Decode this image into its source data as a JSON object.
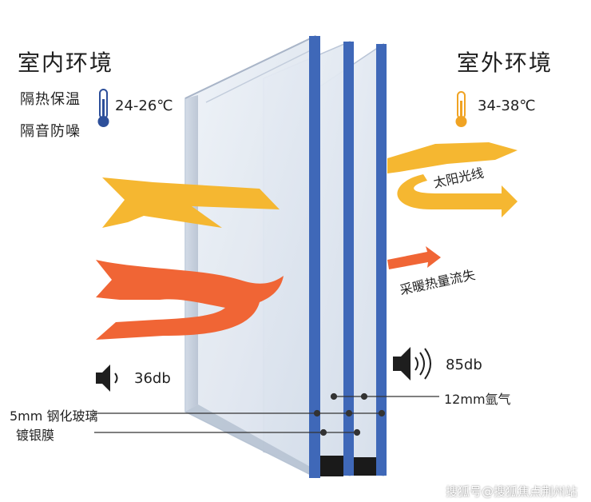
{
  "indoor": {
    "title": "室内环境",
    "features": [
      "隔热保温",
      "隔音防噪"
    ],
    "temperature": "24-26℃",
    "sound": "36db"
  },
  "outdoor": {
    "title": "室外环境",
    "temperature": "34-38℃",
    "sound": "85db"
  },
  "arrows": {
    "sunlight": "太阳光线",
    "heat_loss": "采暖热量流失"
  },
  "callouts": {
    "argon": "12mm氩气",
    "tempered_glass": "5mm 钢化玻璃",
    "silver_coating": "镀银膜"
  },
  "watermark": "搜狐号@搜狐焦点荆州站",
  "colors": {
    "glass_blue": "#3f68b8",
    "glass_face": "#dfe7f1",
    "yellow": "#f5b731",
    "orange": "#f06535",
    "thermometer_cold": "#2d4f9a",
    "thermometer_hot": "#f0a323"
  },
  "icons": [
    "thermometer-cold-icon",
    "thermometer-hot-icon",
    "speaker-quiet-icon",
    "speaker-loud-icon"
  ]
}
